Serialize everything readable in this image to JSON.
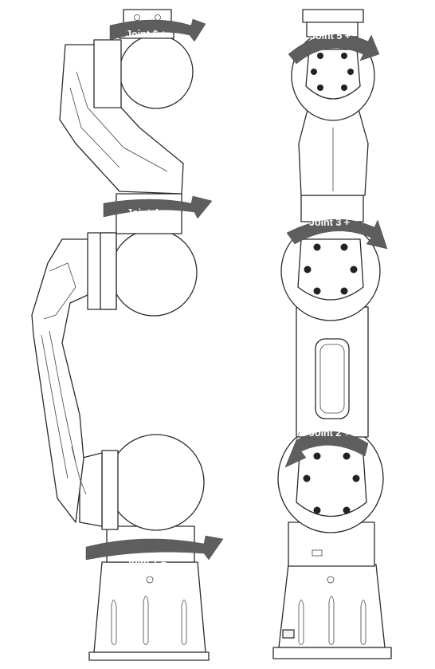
{
  "diagram": {
    "labels": {
      "joint1": "Joint 1 +",
      "joint2": "Joint 2 +",
      "joint3": "Joint 3 +",
      "joint4": "Joint 4 +",
      "joint5": "Joint 5 +",
      "joint6": "Joint 6 +"
    },
    "colors": {
      "arrow": "#5e5e5e",
      "outline": "#2a2a2a",
      "background": "#ffffff",
      "label_text": "#ffffff"
    }
  }
}
